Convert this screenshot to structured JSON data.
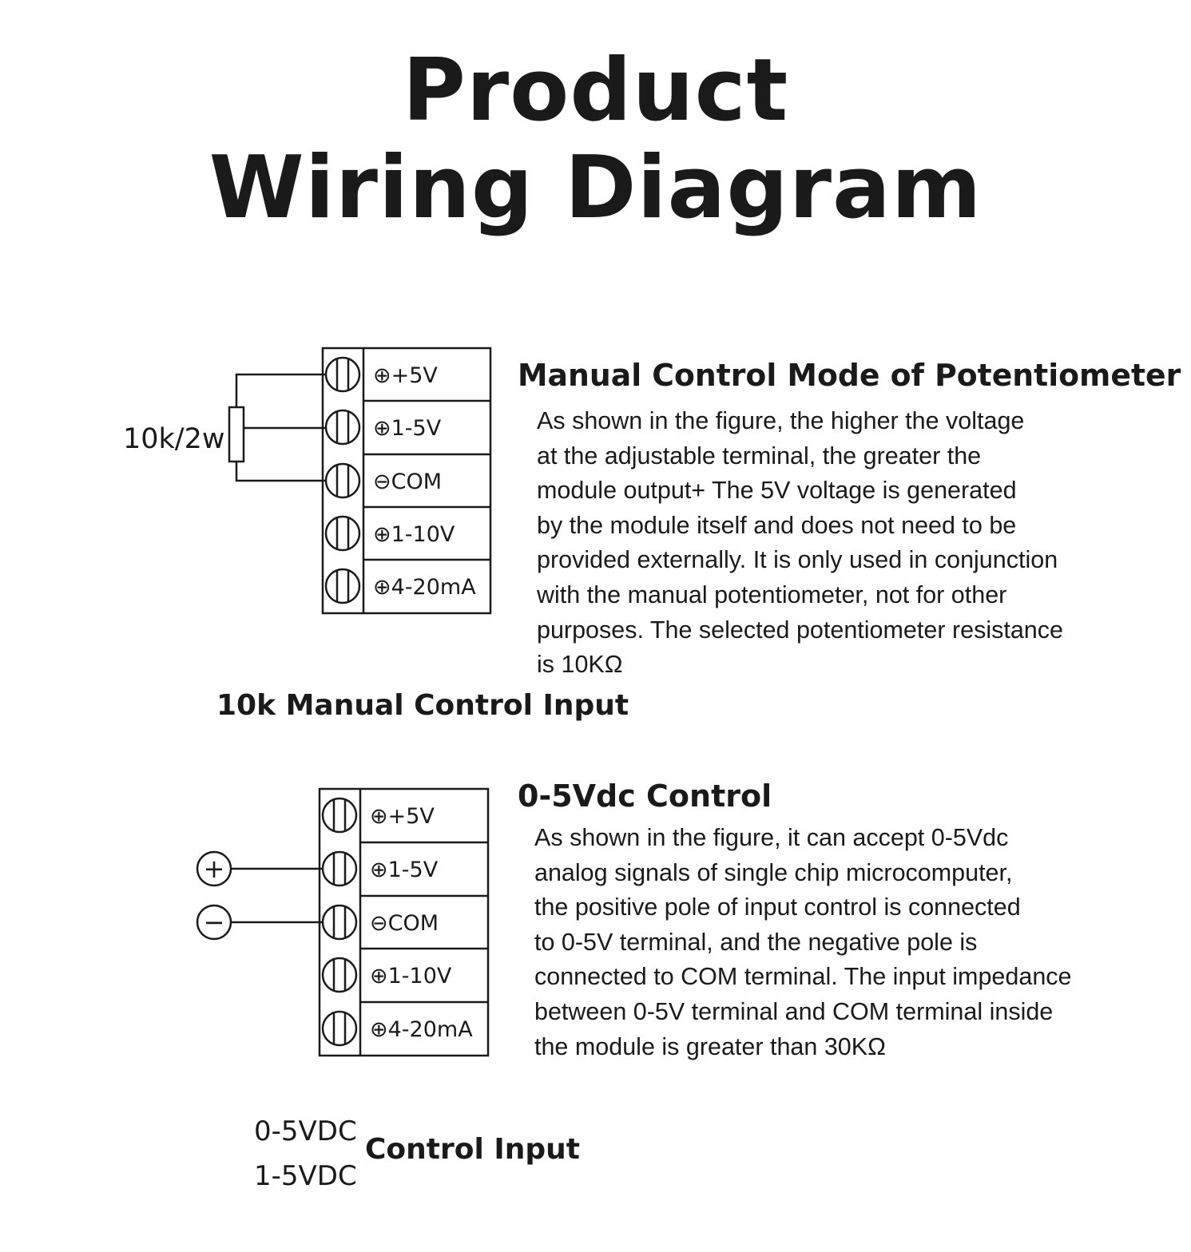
{
  "header": {
    "line1": "Product",
    "line2": "Wiring Diagram"
  },
  "terminal_labels": [
    "⊕+5V",
    "⊕1-5V",
    "⊖COM",
    "⊕1-10V",
    "⊕4-20mA"
  ],
  "section1": {
    "heading": "Manual Control Mode of Potentiometer",
    "body_lines": [
      "As shown in the figure, the higher the voltage",
      "at the adjustable terminal, the greater the",
      "module output+ The 5V voltage is generated",
      "by the module itself and does not need to be",
      "provided externally. It is only used in conjunction",
      "with the manual potentiometer, not for other",
      "purposes. The selected potentiometer resistance",
      "is 10KΩ"
    ],
    "resistor_label": "10k/2w",
    "caption": "10k Manual Control Input"
  },
  "section2": {
    "heading": "0-5Vdc Control",
    "body_lines": [
      "As shown in the figure, it can accept 0-5Vdc",
      "analog signals of single chip microcomputer,",
      "the positive pole of input control is connected",
      "to 0-5V terminal, and the negative pole is",
      "connected to COM terminal. The input impedance",
      "between 0-5V terminal and COM terminal inside",
      "the module is greater than 30KΩ"
    ],
    "plus_symbol": "+",
    "minus_symbol": "−",
    "caption_line1": "0-5VDC",
    "caption_line2": "1-5VDC",
    "caption_main": "Control Input"
  }
}
